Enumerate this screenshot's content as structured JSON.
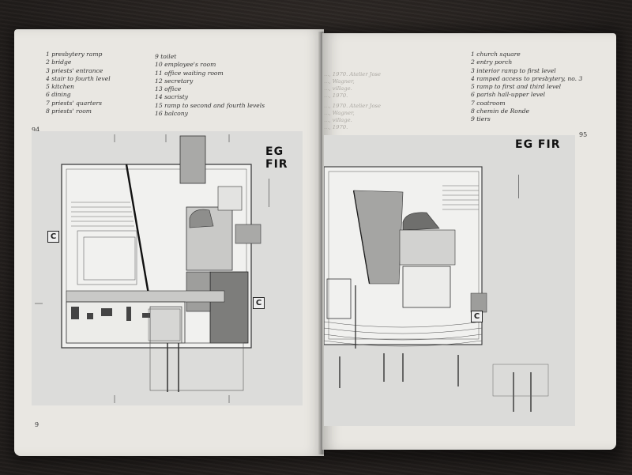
{
  "left_page": {
    "legend_col1": [
      "1 presbytery ramp",
      "2 bridge",
      "3 priests' entrance",
      "4 stair to fourth level",
      "5 kitchen",
      "6 dining",
      "7 priests' quarters",
      "8 priests' room"
    ],
    "legend_col2": [
      "9 toilet",
      "10 employee's room",
      "11 office waiting room",
      "12 secretary",
      "13 office",
      "14 sacristy",
      "15 ramp to second and fourth levels",
      "16 balcony"
    ],
    "page_number": "94",
    "bottom_number": "9",
    "plan_stamp": "EG FIR",
    "section_marker": "C"
  },
  "right_page": {
    "legend": [
      "1 church square",
      "2 entry porch",
      "3 interior ramp to first level",
      "4 ramped access to presbytery, no. 3",
      "5 ramp to first and third level",
      "6 parish hall-upper level",
      "7 coatroom",
      "8 chemin de Ronde",
      "9 tiers"
    ],
    "faint_text": [
      "..., 1970. Atelier Jose",
      "..., Wagner,",
      "..., village.",
      "..., 1970.",
      "..., 1970. Atelier Jose",
      "..., Wagner,",
      "..., village.",
      "..., 1970."
    ],
    "page_number": "95",
    "plan_stamp": "EG FIR",
    "section_marker": "C"
  }
}
